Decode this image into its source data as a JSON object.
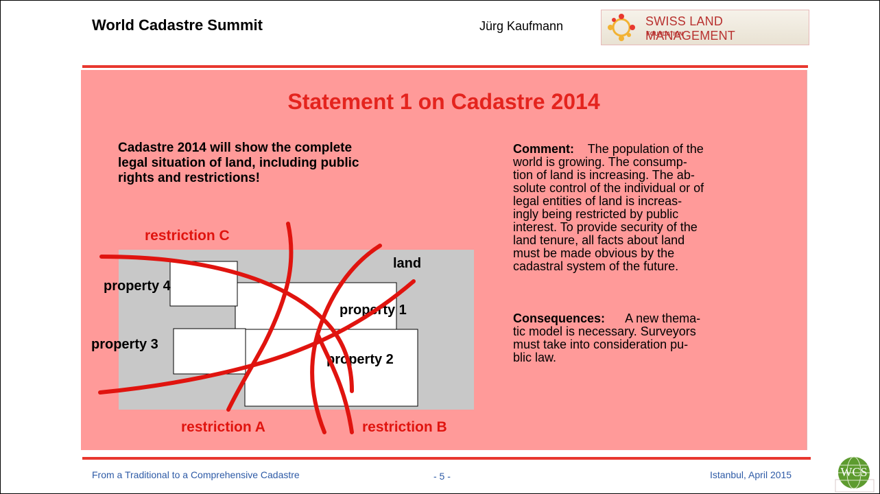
{
  "header": {
    "title": "World Cadastre Summit",
    "author": "Jürg Kaufmann",
    "logo_text": "SWISS LAND MANAGEMENT",
    "logo_subtext": "FOUNDATION"
  },
  "slide": {
    "title": "Statement 1 on Cadastre 2014",
    "statement_lines": [
      "Cadastre 2014 will show the complete",
      "legal situation of land, including public",
      "rights and restrictions!"
    ],
    "comment_label": "Comment:",
    "comment_lines": [
      "The population of the",
      "world is growing. The consump-",
      "tion of land is increasing. The ab-",
      "solute control of the individual or of",
      "legal entities of land is increas-",
      "ingly being restricted by public",
      "interest. To provide security of the",
      "land tenure, all facts about land",
      "must be made obvious by the",
      "cadastral system of the future."
    ],
    "consequences_label": "Consequences:",
    "consequences_lines": [
      "A new thema-",
      "tic model is necessary. Surveyors",
      "must take into consideration pu-",
      "blic law."
    ],
    "diagram": {
      "land_label": "land",
      "property_labels": [
        "property 4",
        "property 1",
        "property 3",
        "property 2"
      ],
      "restriction_labels": [
        "restriction C",
        "restriction A",
        "restriction B"
      ]
    }
  },
  "footer": {
    "left": "From a Traditional to a Comprehensive Cadastre",
    "page": "- 5 -",
    "right": "Istanbul, April 2015",
    "badge": "WCS"
  },
  "colors": {
    "panel_bg": "#ff9a99",
    "accent_red": "#e8382f",
    "title_red": "#e4241e",
    "footer_blue": "#2d5aa6",
    "land_gray": "#c8c8c8"
  }
}
